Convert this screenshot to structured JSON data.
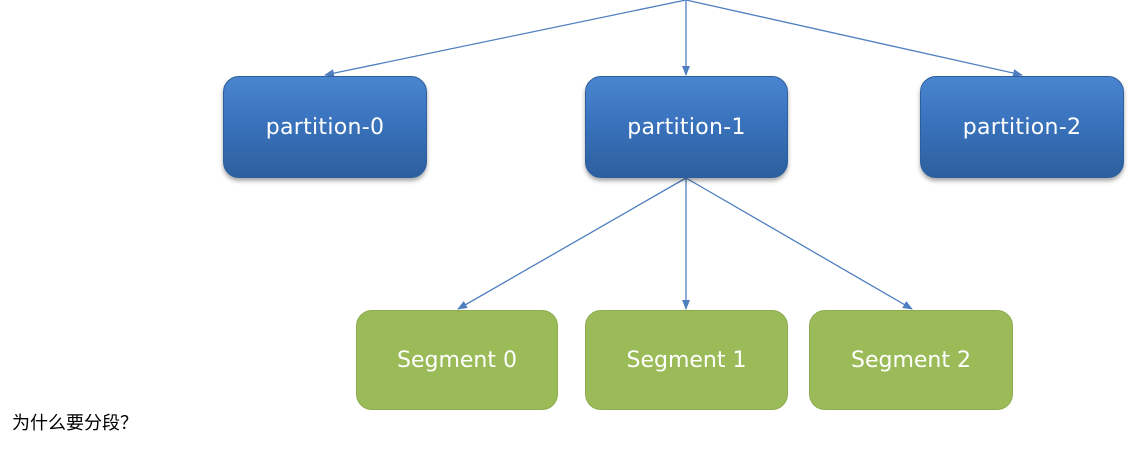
{
  "diagram": {
    "partitions": [
      {
        "label": "partition-0"
      },
      {
        "label": "partition-1"
      },
      {
        "label": "partition-2"
      }
    ],
    "segments": [
      {
        "label": "Segment 0"
      },
      {
        "label": "Segment 1"
      },
      {
        "label": "Segment 2"
      }
    ],
    "edges": [
      {
        "from": "top",
        "to": "partition-0"
      },
      {
        "from": "top",
        "to": "partition-1"
      },
      {
        "from": "top",
        "to": "partition-2"
      },
      {
        "from": "partition-1",
        "to": "Segment 0"
      },
      {
        "from": "partition-1",
        "to": "Segment 1"
      },
      {
        "from": "partition-1",
        "to": "Segment 2"
      }
    ],
    "colors": {
      "partition_fill": "#3a73bd",
      "segment_fill": "#9bbb59",
      "connector": "#4f7fbf"
    }
  },
  "caption": "为什么要分段？"
}
